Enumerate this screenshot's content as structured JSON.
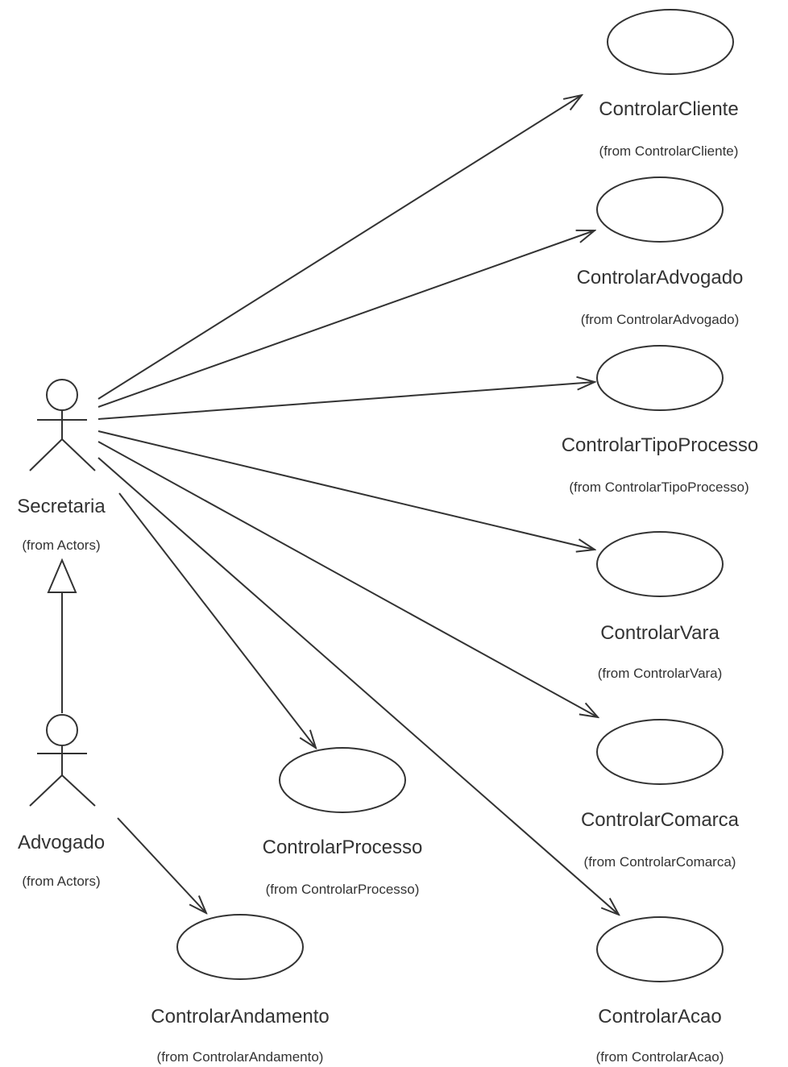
{
  "actors": [
    {
      "id": "secretaria",
      "name": "Secretaria",
      "from": "(from Actors)"
    },
    {
      "id": "advogado",
      "name": "Advogado",
      "from": "(from Actors)"
    }
  ],
  "use_cases": [
    {
      "id": "cliente",
      "name": "ControlarCliente",
      "from": "(from ControlarCliente)"
    },
    {
      "id": "advogado",
      "name": "ControlarAdvogado",
      "from": "(from ControlarAdvogado)"
    },
    {
      "id": "tipoprocesso",
      "name": "ControlarTipoProcesso",
      "from": "(from ControlarTipoProcesso)"
    },
    {
      "id": "vara",
      "name": "ControlarVara",
      "from": "(from ControlarVara)"
    },
    {
      "id": "comarca",
      "name": "ControlarComarca",
      "from": "(from ControlarComarca)"
    },
    {
      "id": "acao",
      "name": "ControlarAcao",
      "from": "(from ControlarAcao)"
    },
    {
      "id": "processo",
      "name": "ControlarProcesso",
      "from": "(from ControlarProcesso)"
    },
    {
      "id": "andamento",
      "name": "ControlarAndamento",
      "from": "(from ControlarAndamento)"
    }
  ],
  "associations": [
    {
      "from": "Secretaria",
      "to": "ControlarCliente"
    },
    {
      "from": "Secretaria",
      "to": "ControlarAdvogado"
    },
    {
      "from": "Secretaria",
      "to": "ControlarTipoProcesso"
    },
    {
      "from": "Secretaria",
      "to": "ControlarVara"
    },
    {
      "from": "Secretaria",
      "to": "ControlarComarca"
    },
    {
      "from": "Secretaria",
      "to": "ControlarAcao"
    },
    {
      "from": "Secretaria",
      "to": "ControlarProcesso"
    },
    {
      "from": "Advogado",
      "to": "ControlarAndamento"
    }
  ],
  "generalizations": [
    {
      "child": "Advogado",
      "parent": "Secretaria"
    }
  ]
}
